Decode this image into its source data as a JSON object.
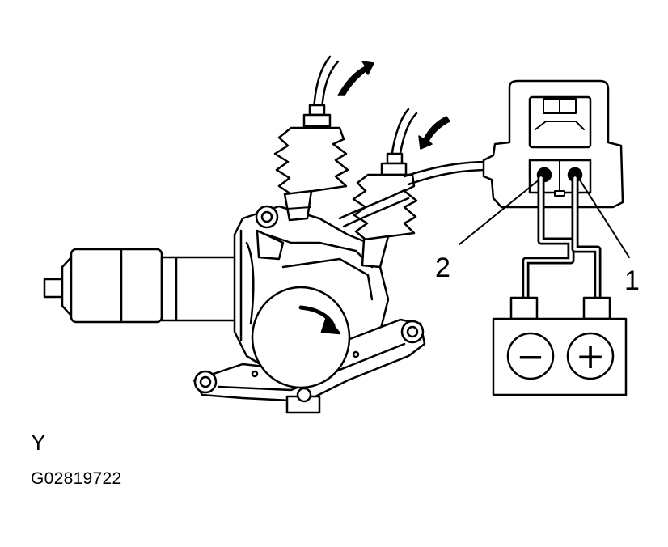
{
  "callouts": {
    "terminal_2": "2",
    "terminal_1": "1"
  },
  "battery": {
    "negative_symbol": "−",
    "positive_symbol": "+"
  },
  "view_letter": "Y",
  "figure_code": "G02819722"
}
